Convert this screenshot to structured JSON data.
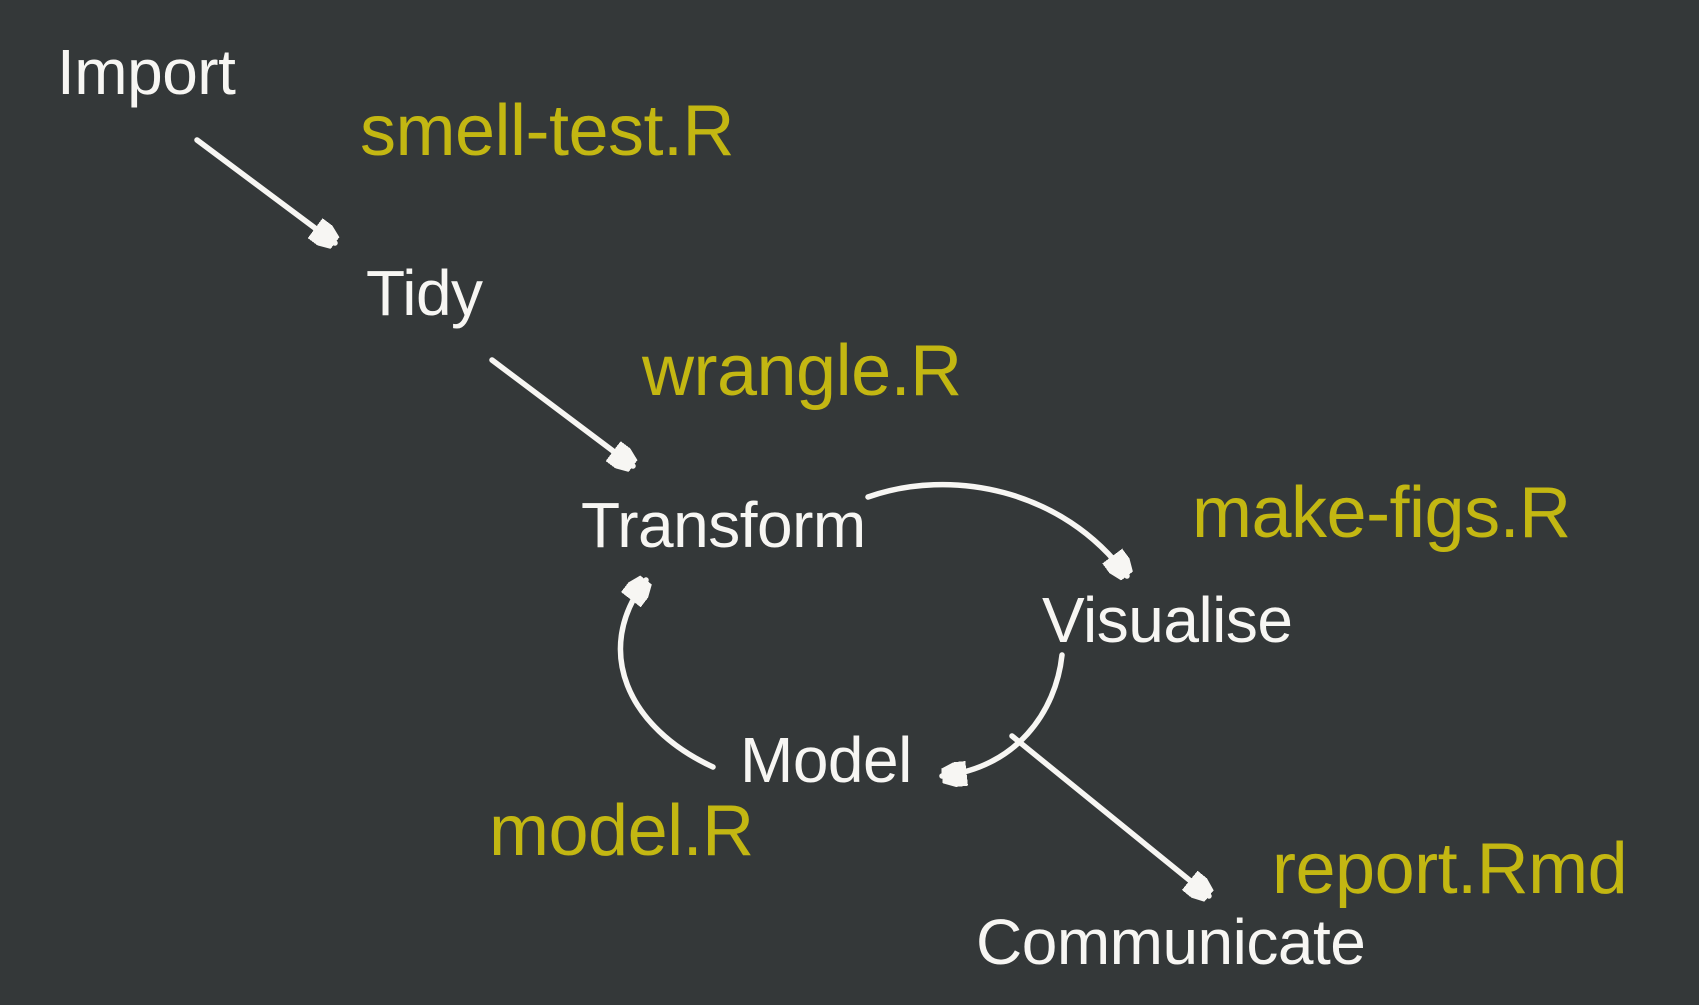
{
  "diagram": {
    "colors": {
      "background": "#343839",
      "stage_text": "#f7f6f3",
      "script_text": "#c3b712",
      "arrow": "#f7f6f3"
    },
    "stages": {
      "import": "Import",
      "tidy": "Tidy",
      "transform": "Transform",
      "visualise": "Visualise",
      "model": "Model",
      "communicate": "Communicate"
    },
    "scripts": {
      "smell_test": "smell-test.R",
      "wrangle": "wrangle.R",
      "make_figs": "make-figs.R",
      "model": "model.R",
      "report": "report.Rmd"
    },
    "edges": [
      {
        "from": "Import",
        "to": "Tidy"
      },
      {
        "from": "Tidy",
        "to": "Transform"
      },
      {
        "from": "Transform",
        "to": "Visualise"
      },
      {
        "from": "Visualise",
        "to": "Model"
      },
      {
        "from": "Model",
        "to": "Transform"
      },
      {
        "from": "Visualise",
        "to": "Communicate"
      }
    ]
  }
}
